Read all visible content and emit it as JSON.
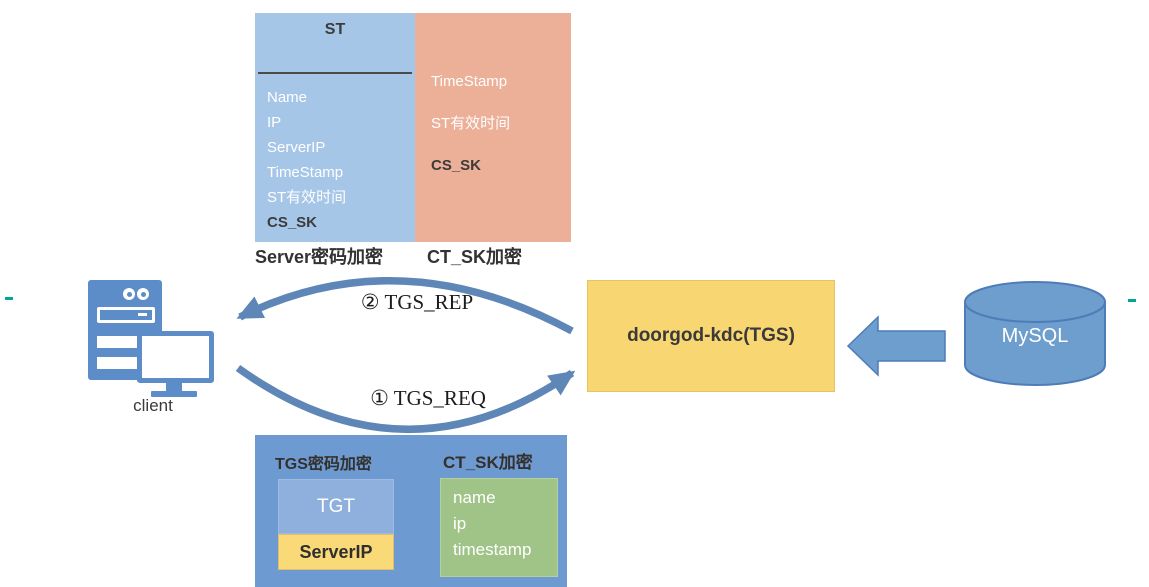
{
  "top": {
    "st_box": {
      "title": "ST",
      "items": [
        "Name",
        "IP",
        "ServerIP",
        "TimeStamp",
        "ST有效时间",
        "CS_SK"
      ]
    },
    "orange_box": {
      "items": [
        "TimeStamp",
        "ST有效时间",
        "CS_SK"
      ]
    },
    "caption_left": "Server密码加密",
    "caption_right": "CT_SK加密"
  },
  "middle": {
    "client_label": "client",
    "tgs_rep_label": "② TGS_REP",
    "tgs_req_label": "① TGS_REQ",
    "kdc_label": "doorgod-kdc(TGS)",
    "mysql_label": "MySQL"
  },
  "bottom": {
    "caption_left": "TGS密码加密",
    "caption_right": "CT_SK加密",
    "tgt_label": "TGT",
    "serverip_label": "ServerIP",
    "green_items": [
      "name",
      "ip",
      "timestamp"
    ]
  },
  "colors": {
    "st_blue": "#A5C6E7",
    "salmon": "#ECAF97",
    "kdc_yellow": "#F8D671",
    "arc_steel_blue": "#5E87B8",
    "icon_blue": "#5C8DC8",
    "bottom_blue": "#6D9AD0",
    "tgt_blue": "#8FB0DC",
    "serverip_yellow": "#F9D978",
    "green": "#A0C487",
    "cylinder_blue": "#6D9ECD",
    "teal_mark": "#00A59B"
  }
}
